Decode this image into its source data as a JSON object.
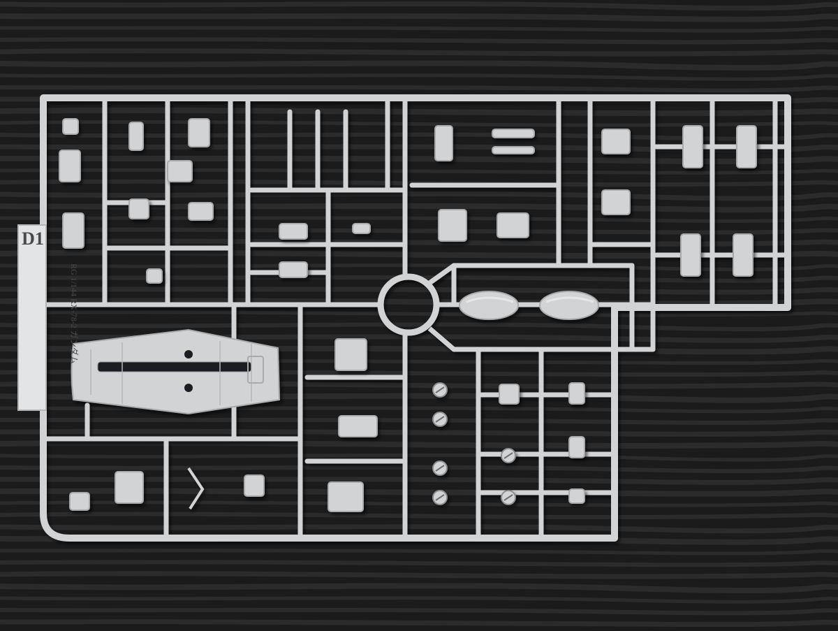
{
  "photo": {
    "subject": "model-kit-runner",
    "colors": {
      "background": "#1b1b1c",
      "wood_stripe": "#2e2e2f",
      "plastic": "#d2d3d5",
      "plastic_shadow": "#a9aaac",
      "plastic_highlight": "#e6e7e8",
      "tag_text": "#4a4a4a"
    }
  },
  "runner_tag": {
    "code": "D1",
    "name": "RG 1/144 RX-78-2 ガンダム"
  }
}
